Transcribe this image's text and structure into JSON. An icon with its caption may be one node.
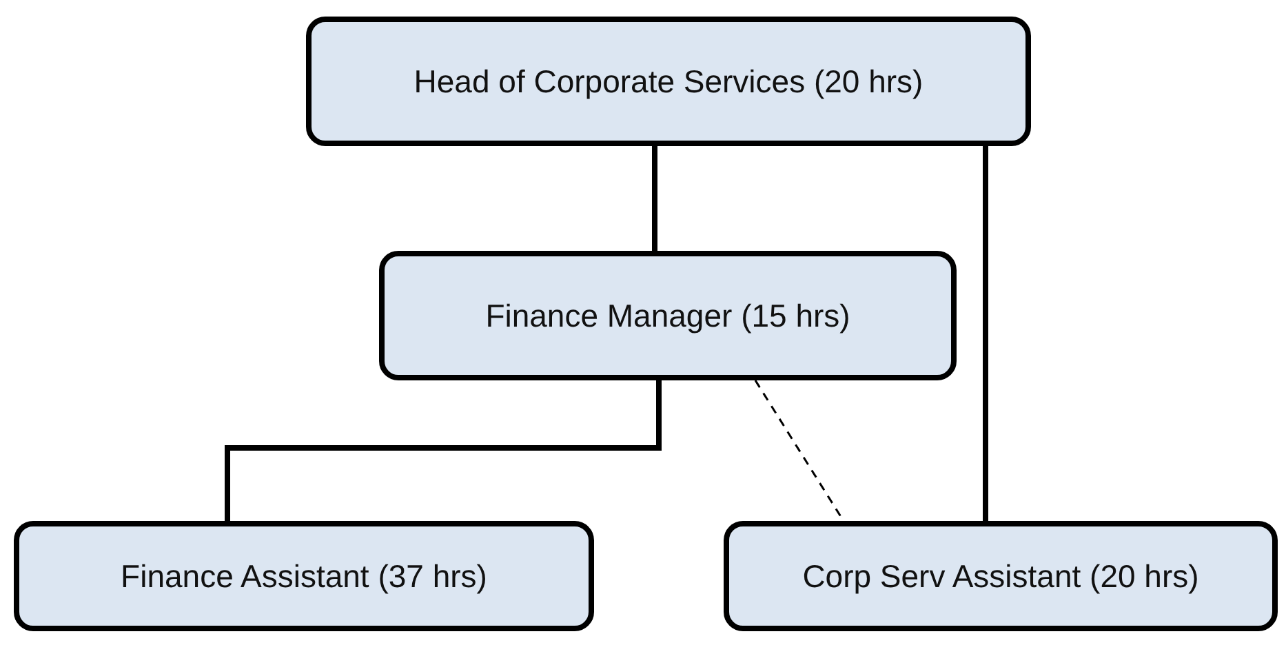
{
  "diagram": {
    "nodes": [
      {
        "text": [
          "Head of Corporate Services (20 hrs)"
        ]
      },
      {
        "text": [
          "Finance Manager (15 hrs)"
        ]
      },
      {
        "text": [
          "Finance Assistant (37 hrs)"
        ]
      },
      {
        "text": [
          "Corp Serv Assistant (20 hrs)"
        ]
      }
    ],
    "edges": [
      {
        "from": 0,
        "to": 1,
        "arrow": "none"
      },
      {
        "from": 0,
        "to": 3,
        "arrow": "none"
      },
      {
        "from": 1,
        "to": 2,
        "arrow": "none"
      },
      {
        "from": 1,
        "to": 3,
        "arrow": "none",
        "style": "dashed"
      }
    ]
  }
}
